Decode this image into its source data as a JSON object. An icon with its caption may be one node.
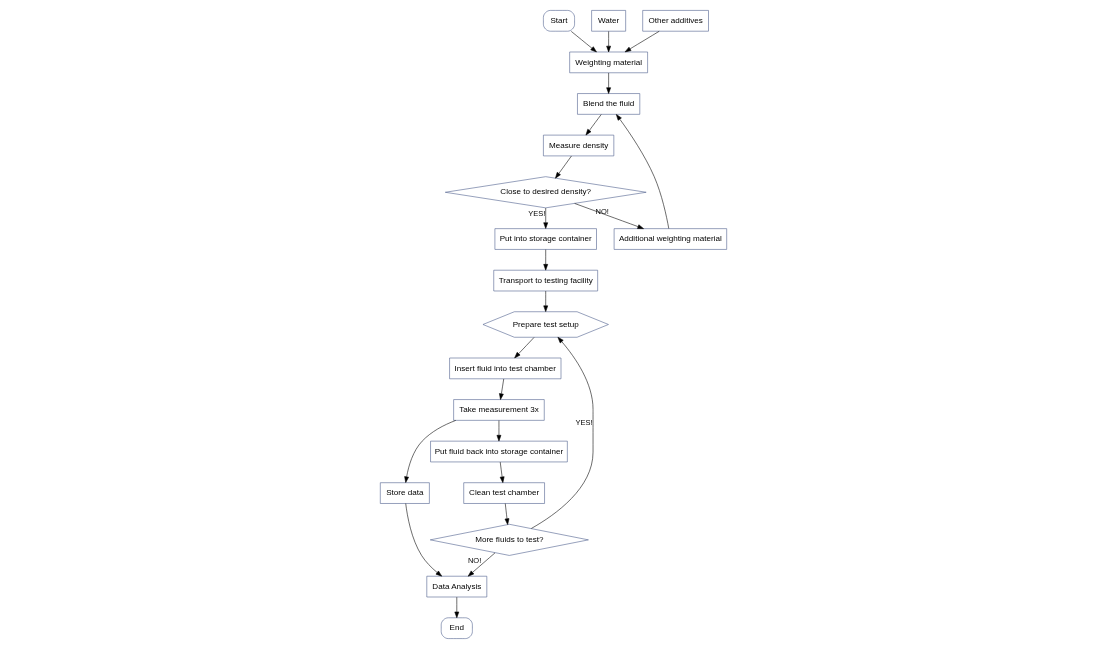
{
  "diagram": {
    "nodes": [
      {
        "text": [
          "Start"
        ]
      },
      {
        "text": [
          "Water"
        ]
      },
      {
        "text": [
          "Weighting material"
        ]
      },
      {
        "text": [
          "Other additives"
        ]
      },
      {
        "text": [
          "Blend the fluid"
        ]
      },
      {
        "text": [
          "Measure density"
        ]
      },
      {
        "text": [
          "Close to desired density?"
        ]
      },
      {
        "text": [
          "Put into storage container"
        ]
      },
      {
        "text": [
          "Additional weighting material"
        ]
      },
      {
        "text": [
          "Transport to testing facility"
        ]
      },
      {
        "text": [
          "Prepare test setup"
        ]
      },
      {
        "text": [
          "Insert fluid into test chamber"
        ]
      },
      {
        "text": [
          "Take measurement 3x"
        ]
      },
      {
        "text": [
          "Put fluid back into storage container"
        ]
      },
      {
        "text": [
          "Clean test chamber"
        ]
      },
      {
        "text": [
          "More fluids to test?"
        ]
      },
      {
        "text": [
          "Store data"
        ]
      },
      {
        "text": [
          "Data Analysis"
        ]
      },
      {
        "text": [
          "End"
        ]
      }
    ],
    "edges": [
      {
        "from": 0,
        "to": 2,
        "arrow": "to"
      },
      {
        "from": 1,
        "to": 2,
        "arrow": "to"
      },
      {
        "from": 3,
        "to": 2,
        "arrow": "to"
      },
      {
        "from": 2,
        "to": 4,
        "arrow": "to"
      },
      {
        "from": 4,
        "to": 5,
        "arrow": "to"
      },
      {
        "from": 5,
        "to": 6,
        "arrow": "to"
      },
      {
        "from": 6,
        "to": 7,
        "arrow": "to",
        "label": "YES!"
      },
      {
        "from": 6,
        "to": 8,
        "arrow": "to",
        "label": "NO!"
      },
      {
        "from": 8,
        "to": 4,
        "arrow": "to"
      },
      {
        "from": 7,
        "to": 9,
        "arrow": "to"
      },
      {
        "from": 9,
        "to": 10,
        "arrow": "to"
      },
      {
        "from": 10,
        "to": 11,
        "arrow": "to"
      },
      {
        "from": 11,
        "to": 12,
        "arrow": "to"
      },
      {
        "from": 12,
        "to": 13,
        "arrow": "to"
      },
      {
        "from": 13,
        "to": 14,
        "arrow": "to"
      },
      {
        "from": 14,
        "to": 15,
        "arrow": "to"
      },
      {
        "from": 15,
        "to": 17,
        "arrow": "to",
        "label": "NO!"
      },
      {
        "from": 12,
        "to": 16,
        "arrow": "to"
      },
      {
        "from": 16,
        "to": 17,
        "arrow": "to"
      },
      {
        "from": 17,
        "to": 18,
        "arrow": "to"
      },
      {
        "from": 15,
        "to": 10,
        "arrow": "to",
        "label": "YES!"
      }
    ]
  }
}
